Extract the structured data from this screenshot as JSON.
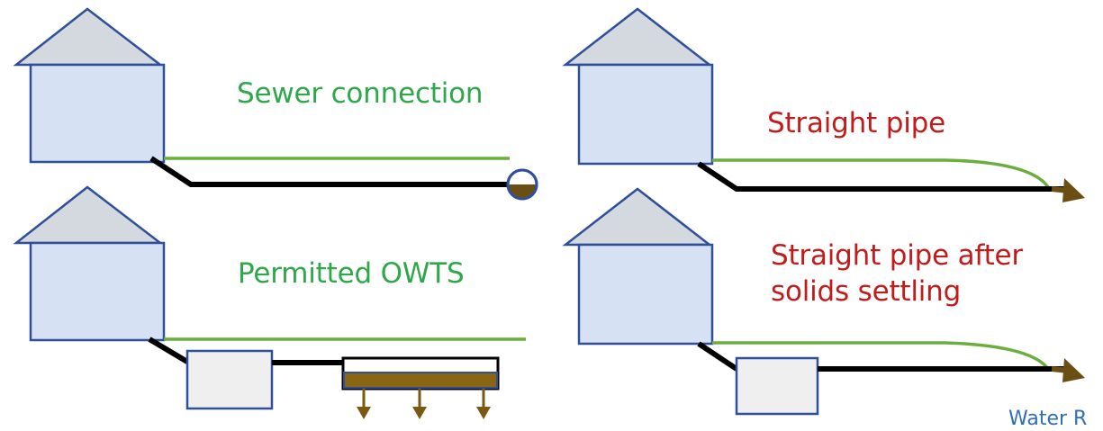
{
  "panels": {
    "sewer": {
      "label": "Sewer connection"
    },
    "owts": {
      "label": "Permitted OWTS"
    },
    "straight": {
      "label": "Straight pipe"
    },
    "settling": {
      "line1": "Straight pipe after",
      "line2": "solids settling"
    }
  },
  "credit": "Water R",
  "colors": {
    "house_fill": "#d6e1f3",
    "roof_fill": "#d4d8df",
    "outline": "#2f4f9a",
    "ground": "#6aaf3d",
    "pipe": "#000000",
    "sludge": "#7a5a12",
    "tank_fill": "#efefef",
    "label_permitted": "#2ea84a",
    "label_illicit": "#c01c1c"
  }
}
